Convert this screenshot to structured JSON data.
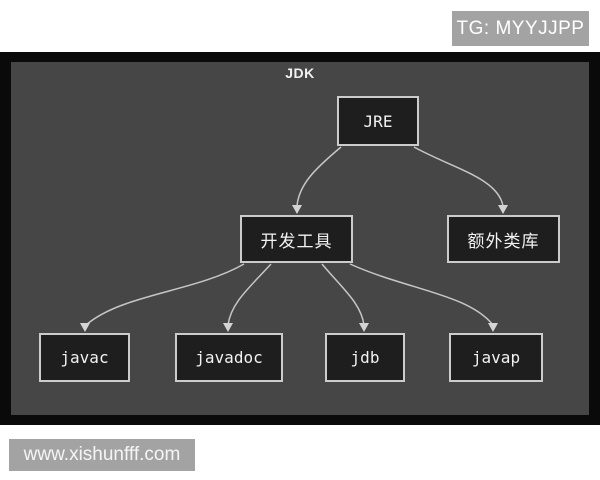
{
  "watermarks": {
    "top": "TG: MYYJJPP",
    "bottom": "www.xishunfff.com"
  },
  "diagram": {
    "container_label": "JDK",
    "nodes": {
      "jre": {
        "label": "JRE"
      },
      "dev_tools": {
        "label": "开发工具"
      },
      "extra_lib": {
        "label": "额外类库"
      },
      "javac": {
        "label": "javac"
      },
      "javadoc": {
        "label": "javadoc"
      },
      "jdb": {
        "label": "jdb"
      },
      "javap": {
        "label": "javap"
      }
    },
    "edges": [
      {
        "from": "JRE",
        "to": "开发工具"
      },
      {
        "from": "JRE",
        "to": "额外类库"
      },
      {
        "from": "开发工具",
        "to": "javac"
      },
      {
        "from": "开发工具",
        "to": "javadoc"
      },
      {
        "from": "开发工具",
        "to": "jdb"
      },
      {
        "from": "开发工具",
        "to": "javap"
      }
    ],
    "colors": {
      "page_bg": "#ffffff",
      "frame_bg": "#0a0a0a",
      "panel_bg": "#464646",
      "node_bg": "#1e1e1e",
      "node_border": "#cccccc",
      "arrow": "#c6c6c6",
      "text": "#f2f2f2",
      "badge_bg": "#a3a3a3"
    }
  }
}
